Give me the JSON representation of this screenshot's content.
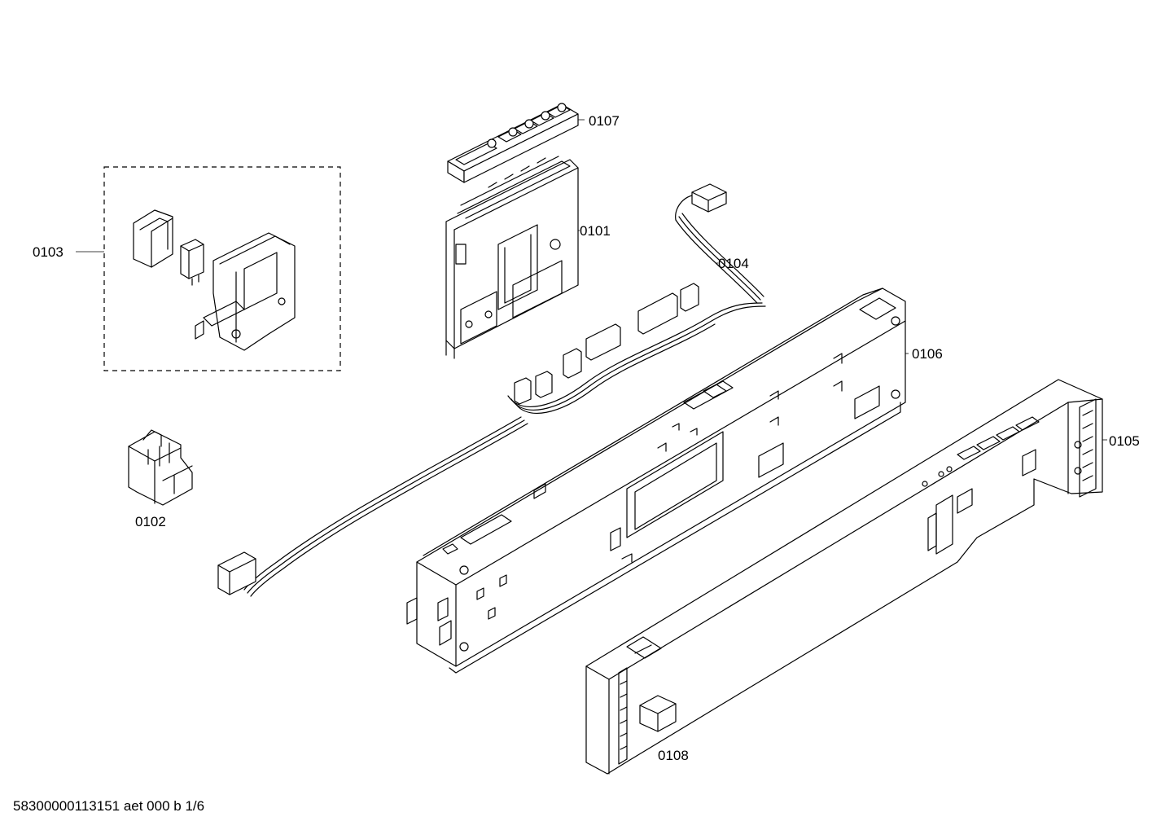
{
  "diagram": {
    "labels": {
      "p0101": "0101",
      "p0102": "0102",
      "p0103": "0103",
      "p0104": "0104",
      "p0105": "0105",
      "p0106": "0106",
      "p0107": "0107",
      "p0108": "0108"
    },
    "footer": "58300000113151 aet 000 b 1/6"
  }
}
